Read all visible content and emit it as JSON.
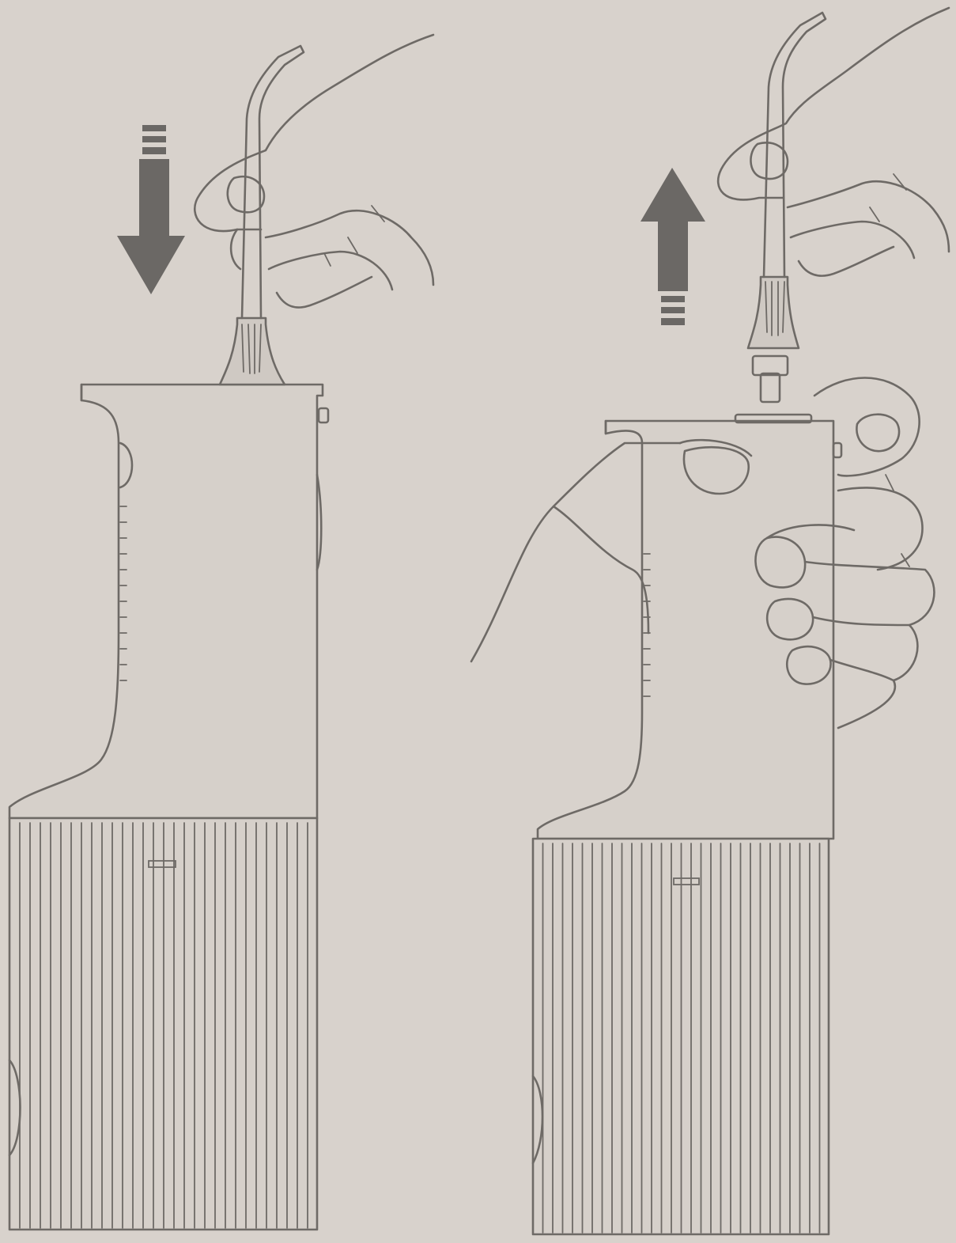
{
  "figure": {
    "panels": [
      {
        "id": "insert",
        "action": "insert-nozzle",
        "arrow_direction": "down"
      },
      {
        "id": "remove",
        "action": "remove-nozzle",
        "arrow_direction": "up"
      }
    ],
    "colors": {
      "background": "#d8d2cc",
      "line": "#6e6a66",
      "arrow": "#6b6865"
    }
  }
}
